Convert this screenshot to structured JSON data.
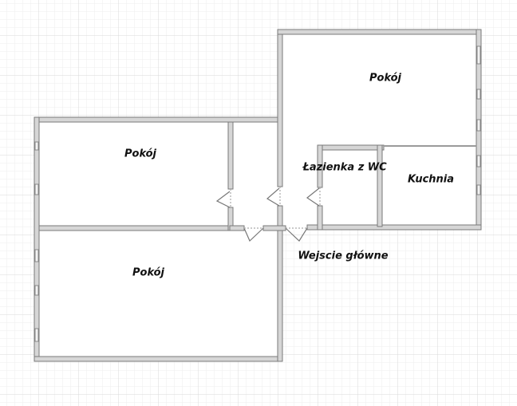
{
  "rooms": [
    {
      "id": "room-top-right",
      "label": "Pokój"
    },
    {
      "id": "room-left-upper",
      "label": "Pokój"
    },
    {
      "id": "room-left-lower",
      "label": "Pokój"
    },
    {
      "id": "bathroom",
      "label": "Łazienka z WC"
    },
    {
      "id": "kitchen",
      "label": "Kuchnia"
    }
  ],
  "entrance": {
    "label": "Wejscie główne"
  },
  "colors": {
    "wall": "#d4d4d4",
    "wall_edge": "#7a7a7a",
    "grid_minor": "#ececec",
    "grid_major": "#d8d8d8"
  }
}
